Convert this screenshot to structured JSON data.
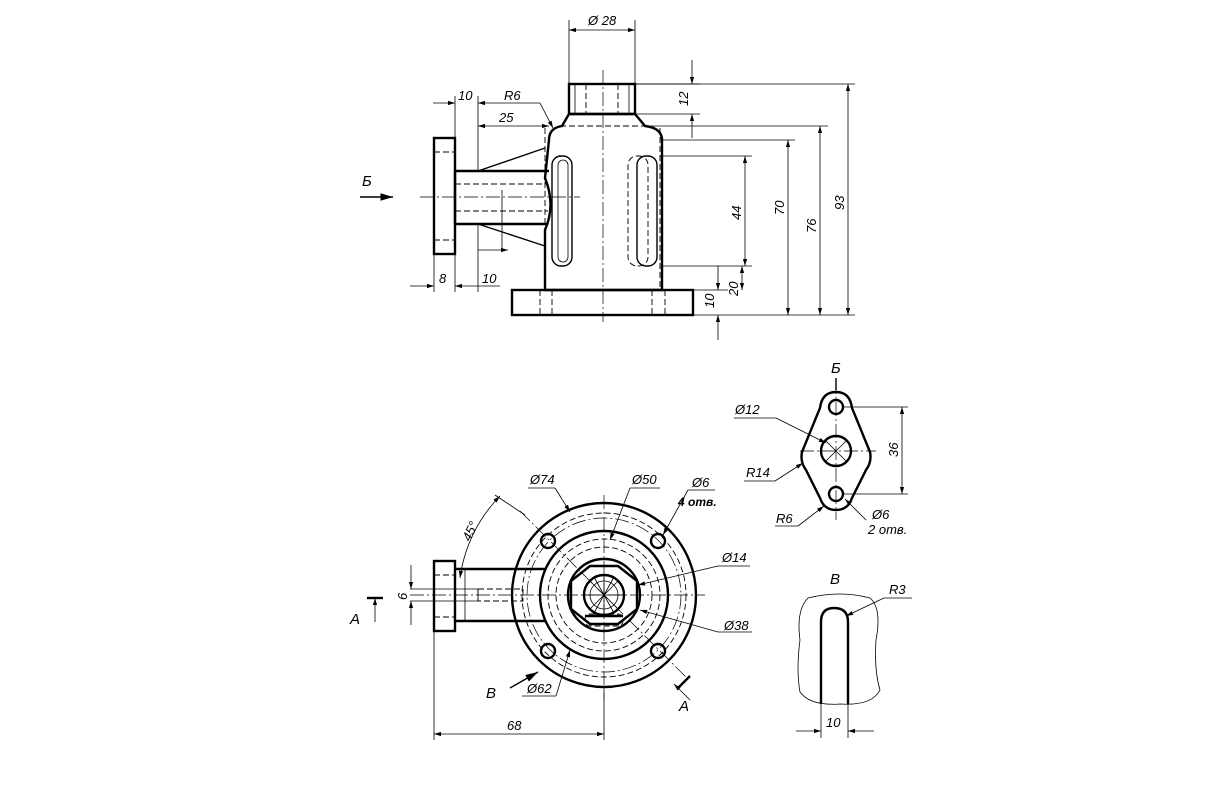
{
  "front_view": {
    "dim_d28": "Ø 28",
    "dim_12": "12",
    "dim_10_top": "10",
    "dim_r6": "R6",
    "dim_25": "25",
    "dim_44": "44",
    "dim_70": "70",
    "dim_76": "76",
    "dim_93": "93",
    "dim_20": "20",
    "dim_10_base": "10",
    "dim_8": "8",
    "dim_10_flange": "10",
    "view_arrow_label": "Б"
  },
  "top_view": {
    "dim_d74": "Ø74",
    "dim_d50": "Ø50",
    "dim_d6": "Ø6",
    "holes_note": "4 отв.",
    "dim_d14": "Ø14",
    "dim_d38": "Ø38",
    "dim_d62": "Ø62",
    "dim_45": "45°",
    "dim_6": "6",
    "dim_68": "68",
    "section_a_left": "А",
    "section_a_right": "А",
    "view_v_arrow": "В"
  },
  "view_b": {
    "title": "Б",
    "dim_d12": "Ø12",
    "dim_r14": "R14",
    "dim_r6": "R6",
    "dim_d6": "Ø6",
    "holes_note": "2 отв.",
    "dim_36": "36"
  },
  "view_v": {
    "title": "В",
    "dim_r3": "R3",
    "dim_10": "10"
  }
}
